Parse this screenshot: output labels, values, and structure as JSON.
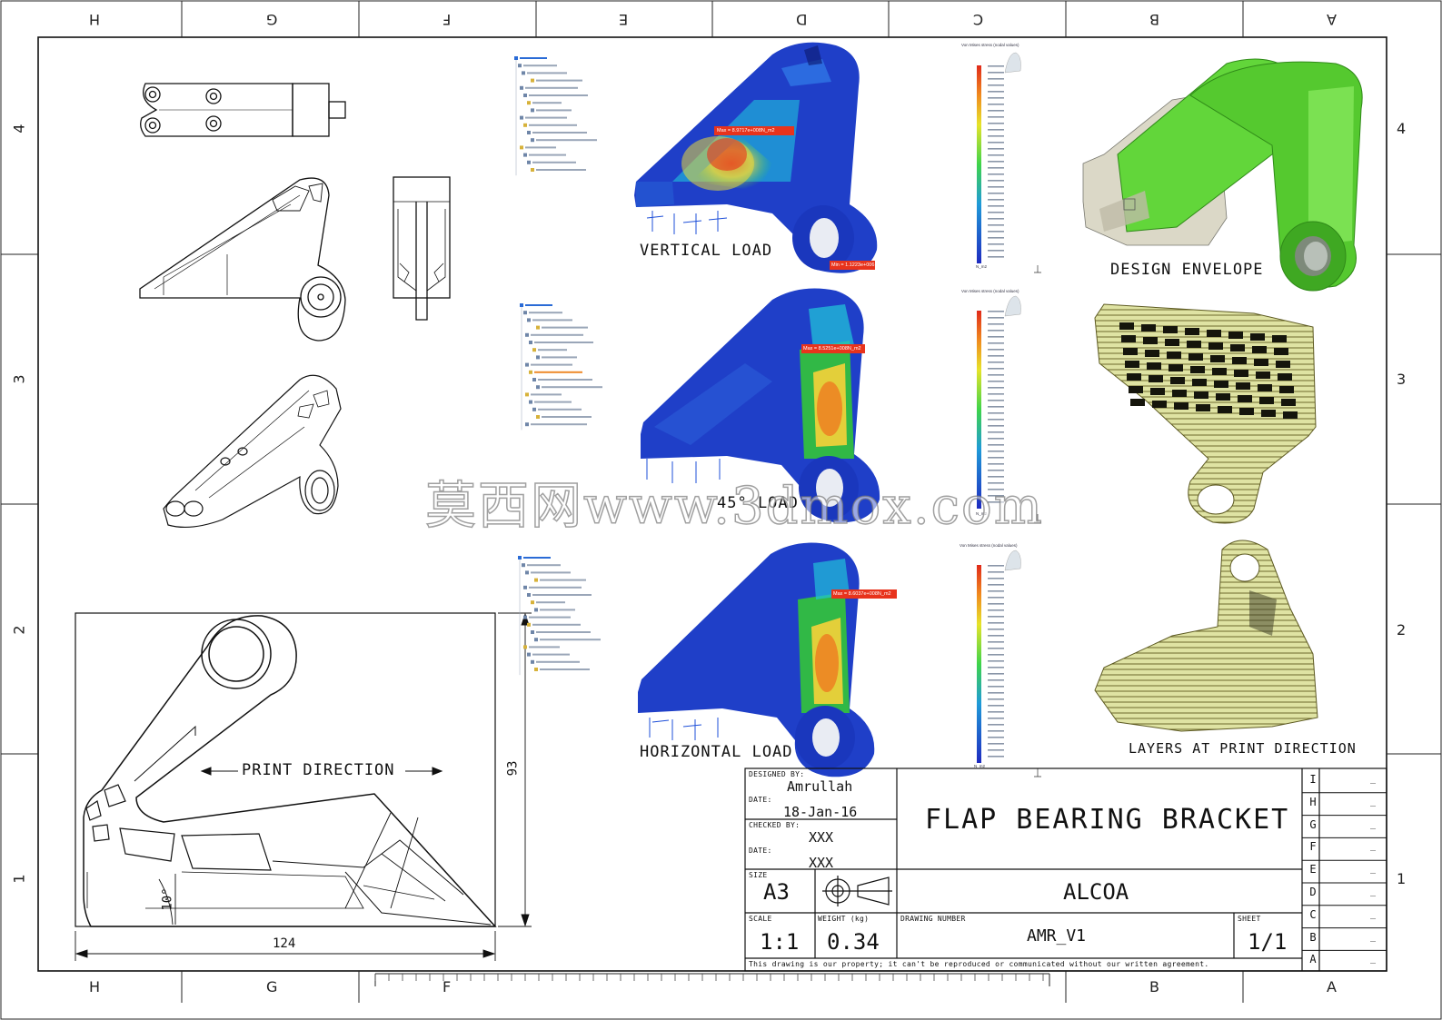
{
  "zones": {
    "columns": [
      "H",
      "G",
      "F",
      "E",
      "D",
      "C",
      "B",
      "A"
    ],
    "rows": [
      "4",
      "3",
      "2",
      "1"
    ]
  },
  "views": {
    "vertical_load": "VERTICAL LOAD",
    "load_45": "45° LOAD",
    "horizontal_load": "HORIZONTAL LOAD",
    "design_envelope": "DESIGN ENVELOPE",
    "layers": "LAYERS AT PRINT DIRECTION",
    "print_direction": "PRINT DIRECTION"
  },
  "dimensions": {
    "width": "124",
    "height": "93",
    "angle": "10°"
  },
  "title_block": {
    "designed_by_label": "DESIGNED BY:",
    "designed_by": "Amrullah",
    "date_label": "DATE:",
    "date": "18-Jan-16",
    "checked_by_label": "CHECKED BY:",
    "checked_by": "XXX",
    "date2_label": "DATE:",
    "date2": "XXX",
    "title": "FLAP BEARING BRACKET",
    "size_label": "SIZE",
    "size": "A3",
    "company": "ALCOA",
    "scale_label": "SCALE",
    "scale": "1:1",
    "weight_label": "WEIGHT (kg)",
    "weight": "0.34",
    "drawing_number_label": "DRAWING NUMBER",
    "drawing_number": "AMR_V1",
    "sheet_label": "SHEET",
    "sheet": "1/1",
    "notice": "This drawing is our property; it can't be reproduced or communicated without our written agreement.",
    "revisions": [
      "I",
      "H",
      "G",
      "F",
      "E",
      "D",
      "C",
      "B",
      "A"
    ],
    "revision_mark": "_"
  },
  "fea": {
    "max_vertical": "Max = 8.9717e+008N_m2",
    "min_vertical": "Min = 1.1223e+006",
    "max_45": "Max = 8.5251e+008N_m2",
    "max_horizontal": "Max = 8.6037e+008N_m2",
    "legend_title": "Von Mises stress (nodal values)",
    "legend_unit": "N_m2"
  },
  "watermark": "莫西网www.3dmox.com",
  "colors": {
    "fea_blue": "#1a3fc7",
    "fea_green": "#34d04b",
    "fea_red": "#e8331c",
    "envelope_green": "#5fd437",
    "layers_khaki": "#d8dc9a"
  }
}
